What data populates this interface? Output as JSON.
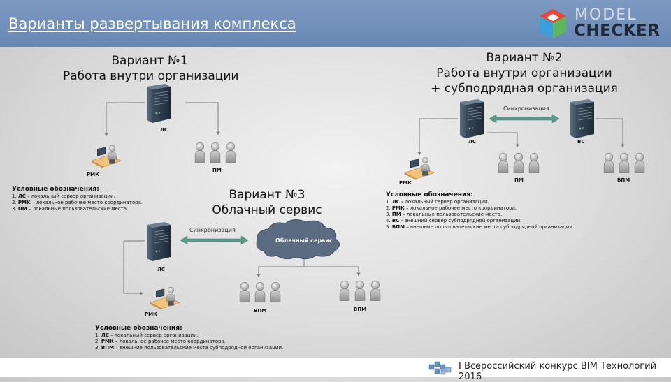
{
  "header": {
    "title": "Варианты развертывания комплекса"
  },
  "logo": {
    "line1": "MODEL",
    "line2": "CHECKER"
  },
  "footer": {
    "text": "I Всероссийский конкурс BIM Технологий 2016"
  },
  "variant1": {
    "title_line1": "Вариант №1",
    "title_line2": "Работа внутри организации",
    "server_label": "ЛС",
    "workstation_label": "РМК",
    "users_label": "ПМ",
    "legend": {
      "heading": "Условные обозначения:",
      "items": [
        {
          "num": "1.",
          "abbr": "ЛС -",
          "text": " локальный сервер организации."
        },
        {
          "num": "2.",
          "abbr": "РМК",
          "text": " – локальное рабочее место координатора."
        },
        {
          "num": "3.",
          "abbr": "ПМ",
          "text": " – локальные пользовательские места."
        }
      ]
    }
  },
  "variant2": {
    "title_line1": "Вариант №2",
    "title_line2": "Работа внутри организации",
    "title_line3": "+ субподрядная организация",
    "sync_label": "Синхронизация",
    "server_label": "ЛС",
    "external_server_label": "ВС",
    "workstation_label": "РМК",
    "users_label": "ПМ",
    "external_users_label": "ВПМ",
    "legend": {
      "heading": "Условные обозначения:",
      "items": [
        {
          "num": "1.",
          "abbr": "ЛС -",
          "text": " локальный сервер организации."
        },
        {
          "num": "2.",
          "abbr": "РМК",
          "text": " – локальное рабочее место координатора."
        },
        {
          "num": "3.",
          "abbr": "ПМ",
          "text": " – локальные пользовательские места."
        },
        {
          "num": "4.",
          "abbr": "ВС",
          "text": " - внешний сервер субподрядной организации."
        },
        {
          "num": "5.",
          "abbr": "ВПМ",
          "text": " – внешние пользовательские места субподрядной организации."
        }
      ]
    }
  },
  "variant3": {
    "title_line1": "Вариант №3",
    "title_line2": "Облачный сервис",
    "sync_label": "Синхронизация",
    "cloud_label": "Облачный сервис",
    "server_label": "ЛС",
    "workstation_label": "РМК",
    "users_left_label": "ВПМ",
    "users_right_label": "ВПМ",
    "legend": {
      "heading": "Условные обозначения:",
      "items": [
        {
          "num": "1.",
          "abbr": "ЛС -",
          "text": " локальный сервер организации."
        },
        {
          "num": "2.",
          "abbr": "РМК",
          "text": " – локальное рабочее место координатора."
        },
        {
          "num": "3.",
          "abbr": "ВПМ",
          "text": " – внешние пользовательские места субподрядной организации."
        }
      ]
    }
  },
  "colors": {
    "header": "#6f8fba",
    "sync_arrow": "#5f9a8c",
    "cloud": "#5a6a80",
    "server": "#2c3a4a"
  },
  "icons": [
    "server-icon",
    "workstation-icon",
    "users-group-icon",
    "cloud-icon",
    "sync-arrow-icon",
    "model-checker-logo-icon",
    "contest-logo-icon"
  ]
}
